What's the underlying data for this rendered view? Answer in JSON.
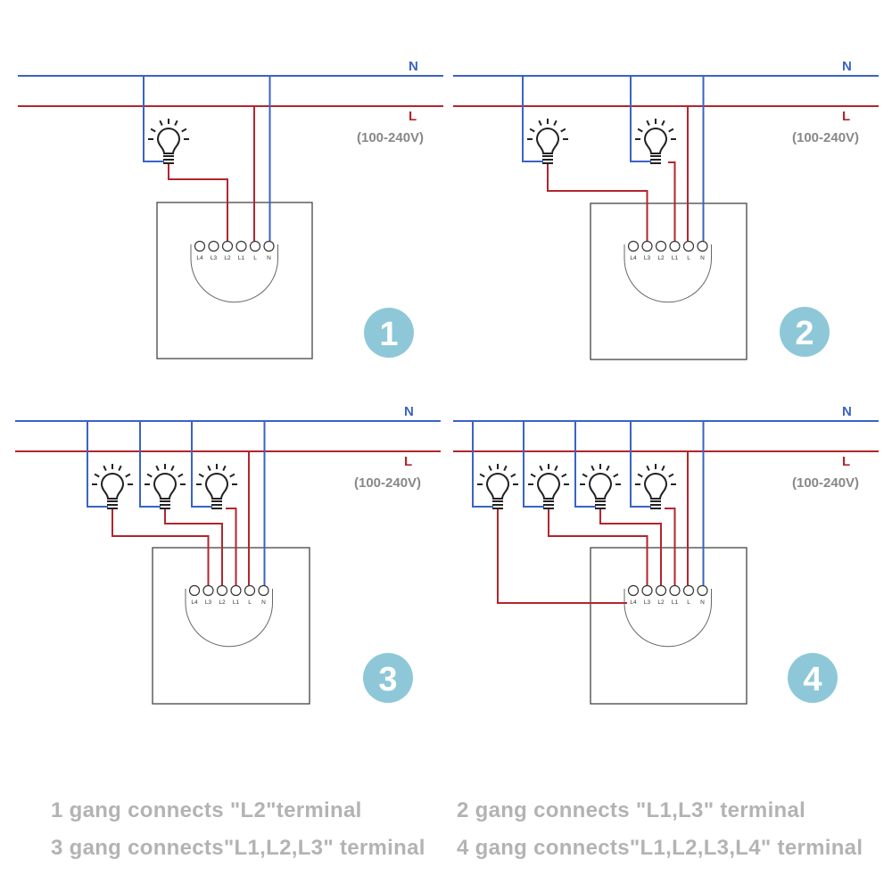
{
  "rails": {
    "neutral_label": "N",
    "live_label": "L",
    "voltage": "(100-240V)"
  },
  "terminals": [
    "L4",
    "L3",
    "L2",
    "L1",
    "L",
    "N"
  ],
  "panels": [
    {
      "number": "1",
      "lamps": 1,
      "switched_terminals": [
        "L2"
      ]
    },
    {
      "number": "2",
      "lamps": 2,
      "switched_terminals": [
        "L3",
        "L1"
      ]
    },
    {
      "number": "3",
      "lamps": 3,
      "switched_terminals": [
        "L3",
        "L2",
        "L1"
      ]
    },
    {
      "number": "4",
      "lamps": 4,
      "switched_terminals": [
        "L4",
        "L3",
        "L2",
        "L1"
      ]
    }
  ],
  "captions": [
    "1 gang connects \"L2\"terminal",
    "2 gang connects \"L1,L3\" terminal",
    "3 gang connects\"L1,L2,L3\" terminal",
    "4 gang connects\"L1,L2,L3,L4\" terminal"
  ],
  "colors": {
    "neutral": "#3a63c4",
    "live": "#b2262d",
    "badge": "#8ec8d8",
    "caption": "#b3b3b3",
    "outline": "#444444"
  }
}
